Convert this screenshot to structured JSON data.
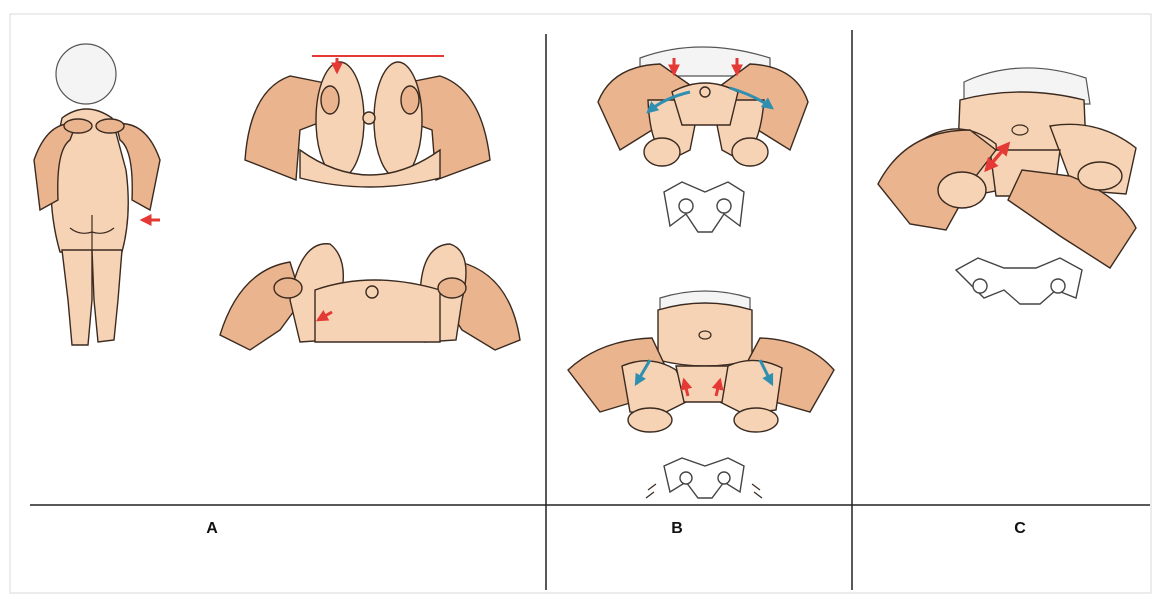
{
  "colors": {
    "red_arrow": "#e53935",
    "blue_arrow": "#2f8fb0",
    "skin": "#f7d3b5",
    "hand": "#eab48f",
    "line": "#222222"
  },
  "panels": [
    {
      "label": "A"
    },
    {
      "label": "B"
    },
    {
      "label": "C"
    }
  ]
}
